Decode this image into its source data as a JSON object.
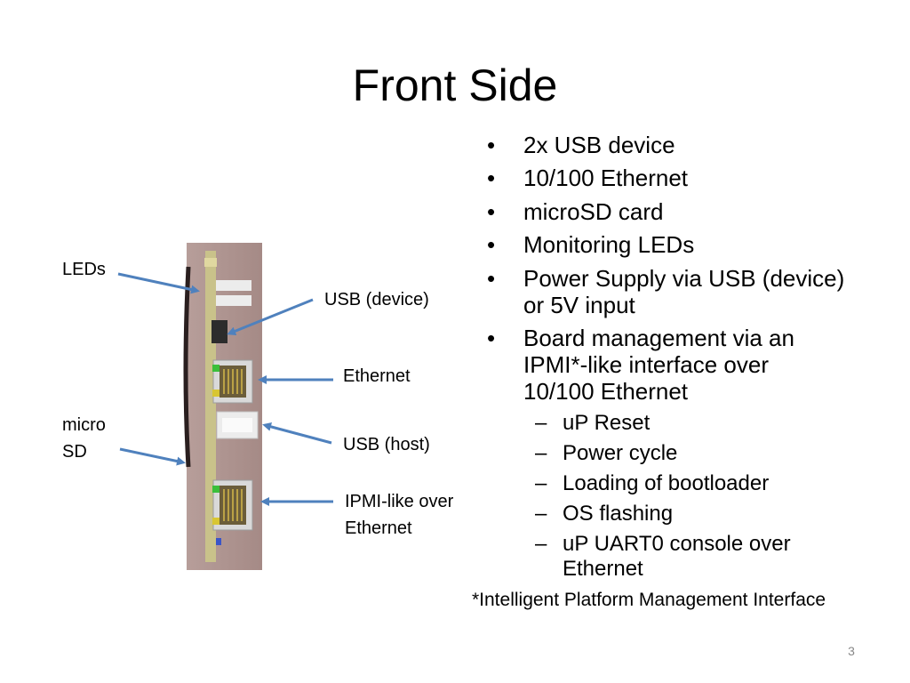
{
  "slide": {
    "title": "Front Side",
    "bullets": [
      "2x USB device",
      "10/100 Ethernet",
      "microSD card",
      "Monitoring LEDs",
      "Power Supply via USB (device)\nor 5V input",
      "Board management via an\nIPMI*-like interface over\n10/100 Ethernet"
    ],
    "sub_bullets": [
      "uP Reset",
      "Power cycle",
      "Loading of bootloader",
      "OS flashing",
      "uP UART0 console over\nEthernet"
    ],
    "footnote": "*Intelligent Platform Management Interface",
    "page_number": "3"
  },
  "diagram": {
    "labels": {
      "leds": "LEDs",
      "usb_device": "USB (device)",
      "ethernet": "Ethernet",
      "micro_sd": "micro\nSD",
      "usb_host": "USB (host)",
      "ipmi": "IPMI-like over\nEthernet"
    },
    "arrow_color": "#4f81bd"
  }
}
